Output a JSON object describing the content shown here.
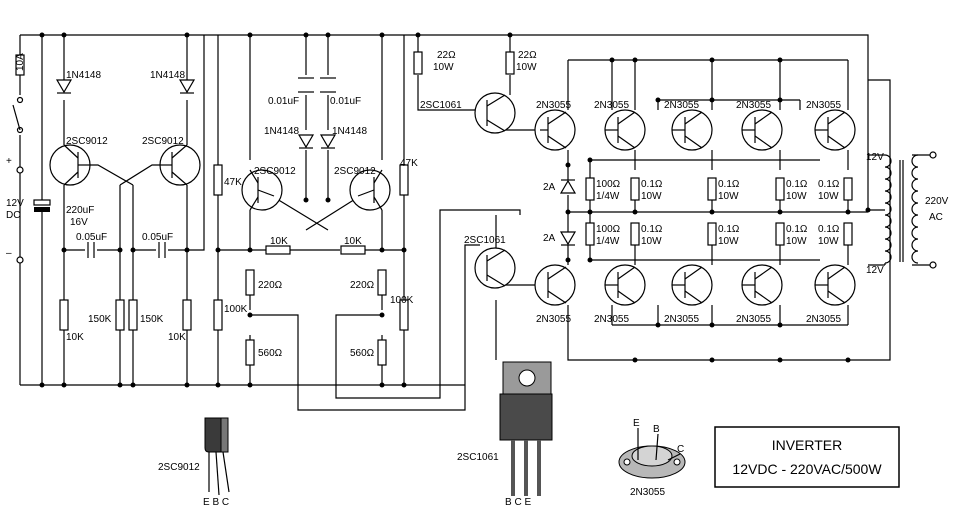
{
  "labels": {
    "fuse": "10A",
    "plus": "+",
    "supply_12v": "12V",
    "supply_dc": "DC",
    "minus": "–",
    "d1": "1N4148",
    "d2": "1N4148",
    "q1": "2SC9012",
    "q2": "2SC9012",
    "cap_220u": "220uF",
    "cap_16v": "16V",
    "cap_005_a": "0.05uF",
    "cap_005_b": "0.05uF",
    "r10k_a": "10K",
    "r150k_a": "150K",
    "r150k_b": "150K",
    "r10k_b": "10K",
    "cap_001_a": "0.01uF",
    "cap_001_b": "0.01uF",
    "d3": "1N4148",
    "d4": "1N4148",
    "r47k_a": "47K",
    "q3": "2SC9012",
    "q4": "2SC9012",
    "r47k_b": "47K",
    "r10k_c": "10K",
    "r10k_d": "10K",
    "r220_a": "220Ω",
    "r220_b": "220Ω",
    "r100k_a": "100K",
    "r100k_b": "100K",
    "r560_a": "560Ω",
    "r560_b": "560Ω",
    "r22_a": "22Ω",
    "r22_a_w": "10W",
    "r22_b": "22Ω",
    "r22_b_w": "10W",
    "q5": "2SC1061",
    "q6": "2SC1061",
    "pt1": "2N3055",
    "pt2": "2N3055",
    "pt3": "2N3055",
    "pt4": "2N3055",
    "pt5": "2N3055",
    "pb1": "2N3055",
    "pb2": "2N3055",
    "pb3": "2N3055",
    "pb4": "2N3055",
    "pb5": "2N3055",
    "fuse_2a_a": "2A",
    "fuse_2a_b": "2A",
    "r100_a": "100Ω",
    "r100_a_w": "1/4W",
    "r100_b": "100Ω",
    "r100_b_w": "1/4W",
    "re_value": "0.1Ω",
    "re_watt": "10W",
    "tr_12v_top": "12V",
    "tr_12v_bot": "12V",
    "out_220v": "220V",
    "out_ac": "AC"
  },
  "packages": {
    "to92_name": "2SC9012",
    "to92_pins": "E B C",
    "to220_name": "2SC1061",
    "to220_pins": "B C E",
    "to3_name": "2N3055",
    "to3_e": "E",
    "to3_b": "B",
    "to3_c": "C"
  },
  "title": {
    "line1": "INVERTER",
    "line2": "12VDC - 220VAC/500W"
  }
}
